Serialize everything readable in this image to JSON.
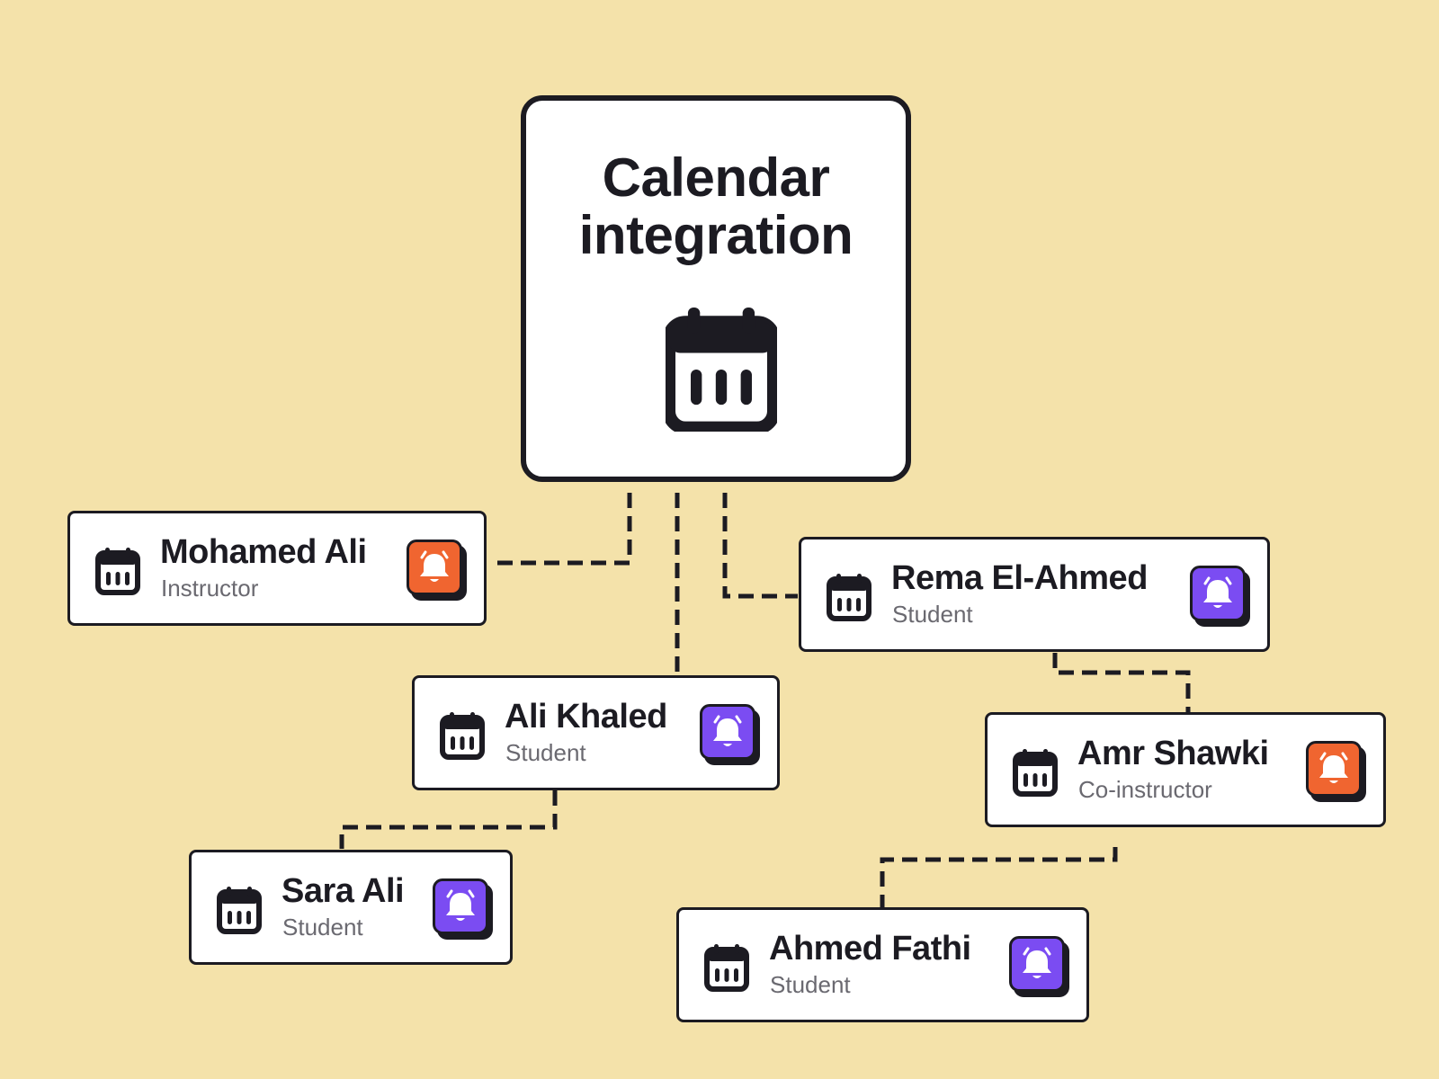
{
  "hub": {
    "title_line1": "Calendar",
    "title_line2": "integration",
    "icon": "calendar-icon"
  },
  "colors": {
    "background": "#f4e2aa",
    "ink": "#1c1b22",
    "instructor_bell": "#f06530",
    "student_bell": "#7b4cf2"
  },
  "people": [
    {
      "name": "Mohamed Ali",
      "role": "Instructor",
      "icon": "calendar-icon",
      "badge": "bell-icon",
      "badge_color": "#f06530"
    },
    {
      "name": "Rema El-Ahmed",
      "role": "Student",
      "icon": "calendar-icon",
      "badge": "bell-icon",
      "badge_color": "#7b4cf2"
    },
    {
      "name": "Ali Khaled",
      "role": "Student",
      "icon": "calendar-icon",
      "badge": "bell-icon",
      "badge_color": "#7b4cf2"
    },
    {
      "name": "Amr Shawki",
      "role": "Co-instructor",
      "icon": "calendar-icon",
      "badge": "bell-icon",
      "badge_color": "#f06530"
    },
    {
      "name": "Sara Ali",
      "role": "Student",
      "icon": "calendar-icon",
      "badge": "bell-icon",
      "badge_color": "#7b4cf2"
    },
    {
      "name": "Ahmed Fathi",
      "role": "Student",
      "icon": "calendar-icon",
      "badge": "bell-icon",
      "badge_color": "#7b4cf2"
    }
  ],
  "connections": [
    {
      "from": "Calendar integration",
      "to": "Mohamed Ali"
    },
    {
      "from": "Calendar integration",
      "to": "Ali Khaled"
    },
    {
      "from": "Calendar integration",
      "to": "Rema El-Ahmed"
    },
    {
      "from": "Rema El-Ahmed",
      "to": "Amr Shawki"
    },
    {
      "from": "Ali Khaled",
      "to": "Sara Ali"
    },
    {
      "from": "Amr Shawki",
      "to": "Ahmed Fathi"
    }
  ]
}
